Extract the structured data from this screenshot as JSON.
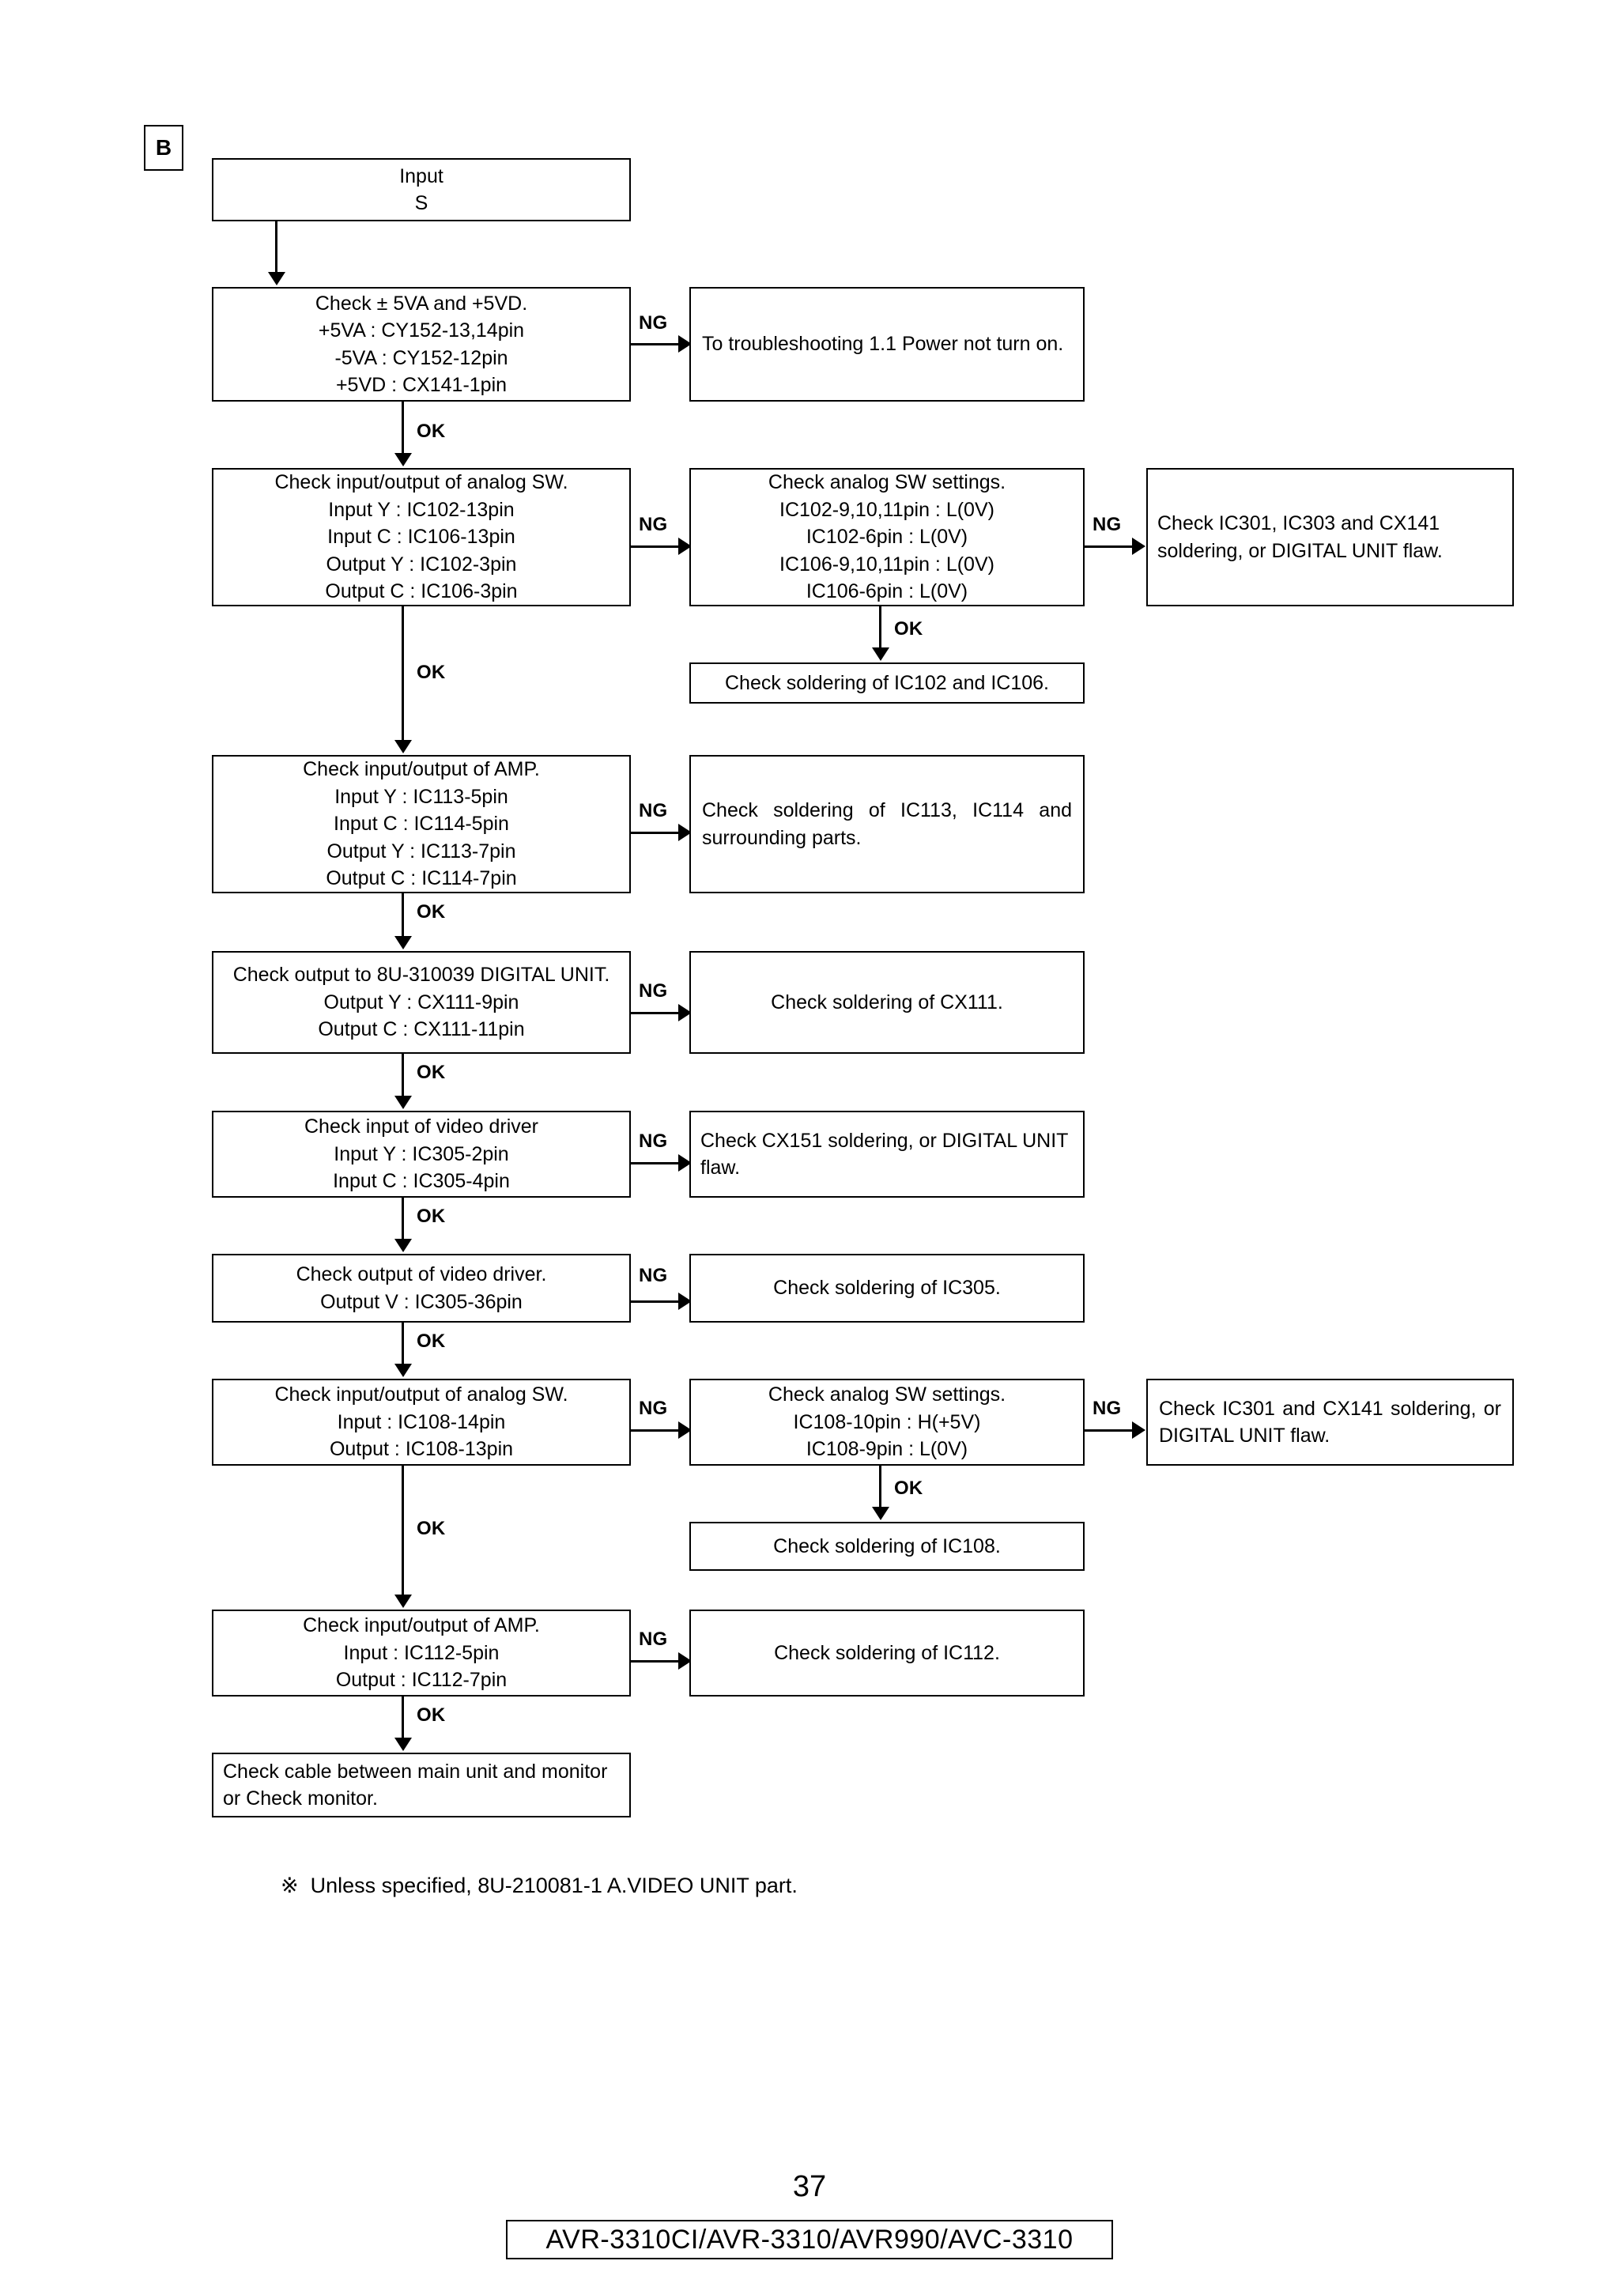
{
  "marker": {
    "label": "B"
  },
  "boxes": {
    "input": "Input\nS",
    "check_power": "Check ± 5VA and +5VD.\n+5VA : CY152-13,14pin\n-5VA : CY152-12pin\n+5VD : CX141-1pin",
    "power_ng": "To troubleshooting 1.1 Power not turn on.",
    "analog_sw_1": "Check input/output of analog SW.\nInput Y : IC102-13pin\nInput C : IC106-13pin\nOutput Y : IC102-3pin\nOutput C : IC106-3pin",
    "analog_sw_settings_1": "Check analog SW settings.\nIC102-9,10,11pin : L(0V)\nIC102-6pin : L(0V)\nIC106-9,10,11pin : L(0V)\nIC106-6pin : L(0V)",
    "ic301_ic303_cx141": "Check IC301, IC303 and CX141 soldering, or DIGITAL UNIT flaw.",
    "solder_ic102_ic106": "Check soldering of IC102 and IC106.",
    "amp_1": "Check input/output of AMP.\nInput Y : IC113-5pin\nInput C : IC114-5pin\nOutput Y : IC113-7pin\nOutput C : IC114-7pin",
    "solder_ic113_ic114": "Check soldering of IC113, IC114 and surrounding parts.",
    "digital_unit_out": "Check output to 8U-310039 DIGITAL UNIT.\nOutput Y : CX111-9pin\nOutput C : CX111-11pin",
    "solder_cx111": "Check soldering of CX111.",
    "video_driver_in": "Check input of video driver\nInput Y : IC305-2pin\nInput C : IC305-4pin",
    "cx151_digital": "Check CX151 soldering, or DIGITAL UNIT flaw.",
    "video_driver_out": "Check output of video driver.\nOutput V : IC305-36pin",
    "solder_ic305": "Check soldering of IC305.",
    "analog_sw_2": "Check input/output of analog SW.\nInput : IC108-14pin\nOutput : IC108-13pin",
    "analog_sw_settings_2": "Check analog SW settings.\nIC108-10pin : H(+5V)\nIC108-9pin : L(0V)",
    "ic301_cx141": "Check IC301 and CX141 soldering, or DIGITAL UNIT flaw.",
    "solder_ic108": "Check soldering of IC108.",
    "amp_2": "Check input/output of AMP.\nInput : IC112-5pin\nOutput  : IC112-7pin",
    "solder_ic112": "Check soldering of IC112.",
    "check_cable": "Check cable between main unit and monitor or Check monitor."
  },
  "edge_labels": {
    "ng": "NG",
    "ok": "OK"
  },
  "footnote": "※  Unless specified, 8U-210081-1 A.VIDEO UNIT part.",
  "footer": {
    "page_number": "37",
    "models": "AVR-3310CI/AVR-3310/AVR990/AVC-3310"
  }
}
